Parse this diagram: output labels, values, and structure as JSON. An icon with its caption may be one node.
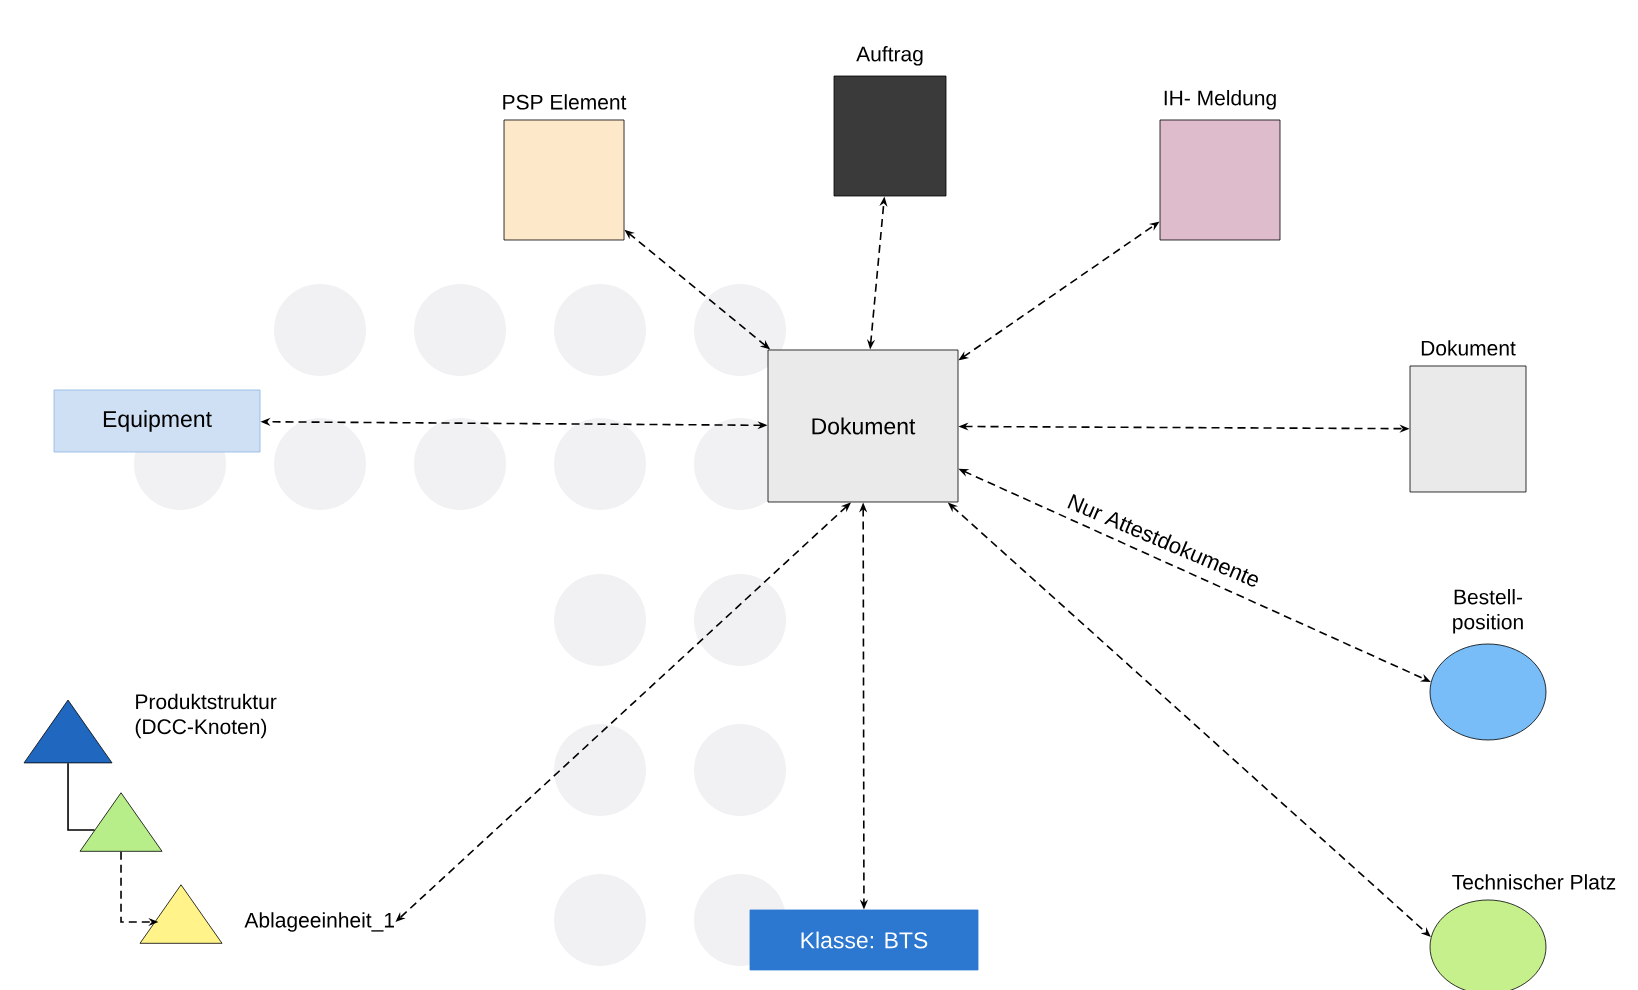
{
  "diagram": {
    "nodes": [
      {
        "text": [
          "PSP  Element"
        ]
      },
      {
        "text": [
          "Auftrag"
        ]
      },
      {
        "text": [
          "IH- Meldung"
        ]
      },
      {
        "text": [
          "Equipment"
        ]
      },
      {
        "text": [
          "Dokument"
        ]
      },
      {
        "text": [
          "Dokument"
        ]
      },
      {
        "text": [
          "Bestell- position"
        ]
      },
      {
        "text": [
          "Technischer Platz"
        ]
      },
      {
        "text": [
          "Klasse: BTS"
        ]
      },
      {
        "text": [
          "Produktstruktur (DCC-Knoten)"
        ]
      },
      {
        "text": [],
        "shape": "triangle"
      },
      {
        "text": [
          "Ablageeinheit_1"
        ]
      }
    ],
    "edges": [
      {
        "from": 4,
        "to": 0,
        "arrow": "both",
        "style": "dashed"
      },
      {
        "from": 4,
        "to": 1,
        "arrow": "both",
        "style": "dashed"
      },
      {
        "from": 4,
        "to": 2,
        "arrow": "both",
        "style": "dashed"
      },
      {
        "from": 4,
        "to": 3,
        "arrow": "both",
        "style": "dashed"
      },
      {
        "from": 4,
        "to": 5,
        "arrow": "both",
        "style": "dashed"
      },
      {
        "from": 4,
        "to": 6,
        "arrow": "both",
        "style": "dashed",
        "label": "Nur Attestdokumente"
      },
      {
        "from": 4,
        "to": 7,
        "arrow": "both",
        "style": "dashed"
      },
      {
        "from": 4,
        "to": 8,
        "arrow": "both",
        "style": "dashed"
      },
      {
        "from": 4,
        "to": 11,
        "arrow": "both",
        "style": "dashed"
      },
      {
        "from": 9,
        "to": 10,
        "arrow": "none"
      },
      {
        "from": 10,
        "to": 11,
        "arrow": "to",
        "style": "dashed"
      }
    ]
  }
}
